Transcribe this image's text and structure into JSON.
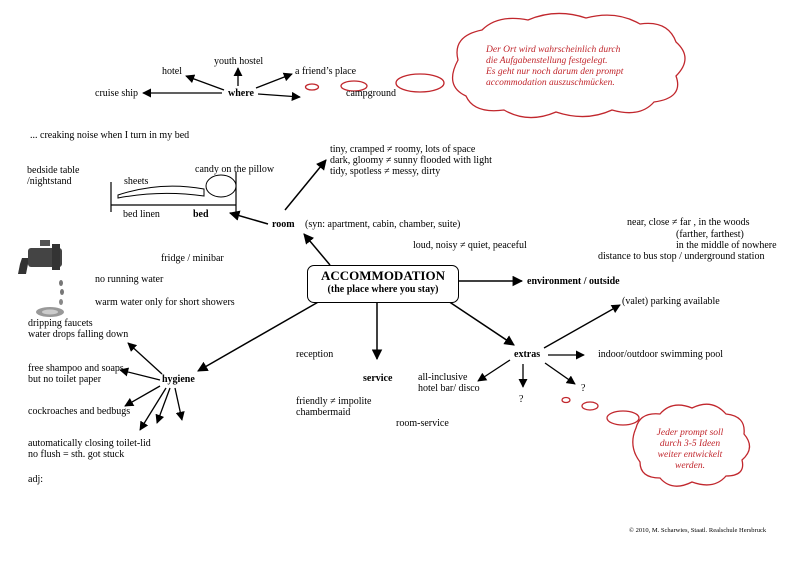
{
  "center": {
    "title": "ACCOMMODATION",
    "subtitle": "(the place where you stay)"
  },
  "where": {
    "label": "where",
    "hotel": "hotel",
    "youth_hostel": "youth hostel",
    "friends_place": "a friend’s place",
    "cruise_ship": "cruise ship",
    "campground": "campground"
  },
  "cloud_top": {
    "lines": [
      "Der Ort wird wahrscheinlich durch",
      "die Aufgabenstellung festgelegt.",
      "Es geht nur noch darum den prompt",
      "accommodation auszuschmücken."
    ]
  },
  "cloud_bottom": {
    "lines": [
      "Jeder prompt soll",
      "durch 3-5 Ideen",
      "weiter entwickelt",
      "werden."
    ]
  },
  "room": {
    "label": "room",
    "synonyms": "(syn: apartment, cabin, chamber, suite)",
    "adjectives": [
      "tiny, cramped ≠ roomy, lots of space",
      "dark, gloomy  ≠ sunny flooded with light",
      "tidy, spotless ≠ messy, dirty"
    ]
  },
  "bed": {
    "creaking": "... creaking noise when I turn in my bed",
    "bedside1": "bedside table",
    "bedside2": "/nightstand",
    "sheets": "sheets",
    "candy": "candy on the pillow",
    "bed_linen": "bed linen",
    "bed": "bed"
  },
  "room_misc": {
    "fridge": "fridge / minibar",
    "no_water": "no running water",
    "warm_water": "warm water only for short showers"
  },
  "environment": {
    "label": "environment / outside",
    "near": "near, close ≠ far , in the woods",
    "farther": "(farther, farthest)",
    "middle": "in the middle of nowhere",
    "distance": "distance to bus stop / underground  station",
    "loud": "loud, noisy  ≠ quiet, peaceful",
    "parking": "(valet) parking available"
  },
  "hygiene": {
    "label": "hygiene",
    "dripping": "dripping faucets",
    "water_drops": "water drops  falling down",
    "shampoo1": "free shampoo and soaps",
    "shampoo2": "but no toilet paper",
    "cockroaches": "cockroaches and bedbugs",
    "toilet1": "automatically closing toilet-lid",
    "toilet2": "no flush = sth. got stuck",
    "adj": "adj:"
  },
  "service": {
    "label": "service",
    "reception": "reception",
    "friendly": "friendly ≠ impolite",
    "chambermaid": "chambermaid",
    "room_service": "room-service"
  },
  "extras": {
    "label": "extras",
    "pool": "indoor/outdoor swimming pool",
    "all_inclusive": "all-inclusive",
    "hotel_bar": "hotel bar/ disco",
    "q1": "?",
    "q2": "?"
  },
  "footer": {
    "copyright": "© 2010, M. Scharwies, Staatl. Realschule Hersbruck"
  },
  "colors": {
    "cloud_text": "#c1272d",
    "cloud_outline": "#c1272d",
    "lines": "#000000",
    "faucet": "#333333"
  }
}
